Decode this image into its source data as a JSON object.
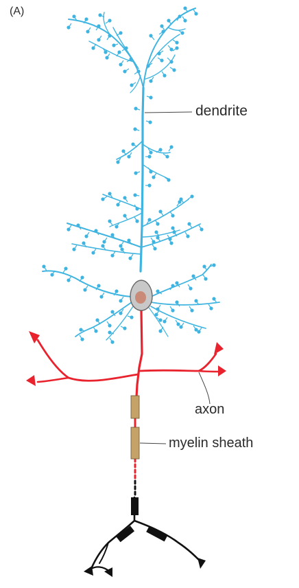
{
  "figure": {
    "panel_label": "(A)"
  },
  "labels": {
    "dendrite": "dendrite",
    "axon": "axon",
    "myelin": "myelin sheath"
  },
  "colors": {
    "dendrite": "#3fb4e0",
    "axon": "#e8232e",
    "myelin": "#c4a268",
    "soma_fill": "#c8c8c8",
    "nucleus": "#c98a78",
    "terminal": "#111111",
    "leader_line": "#444444"
  }
}
